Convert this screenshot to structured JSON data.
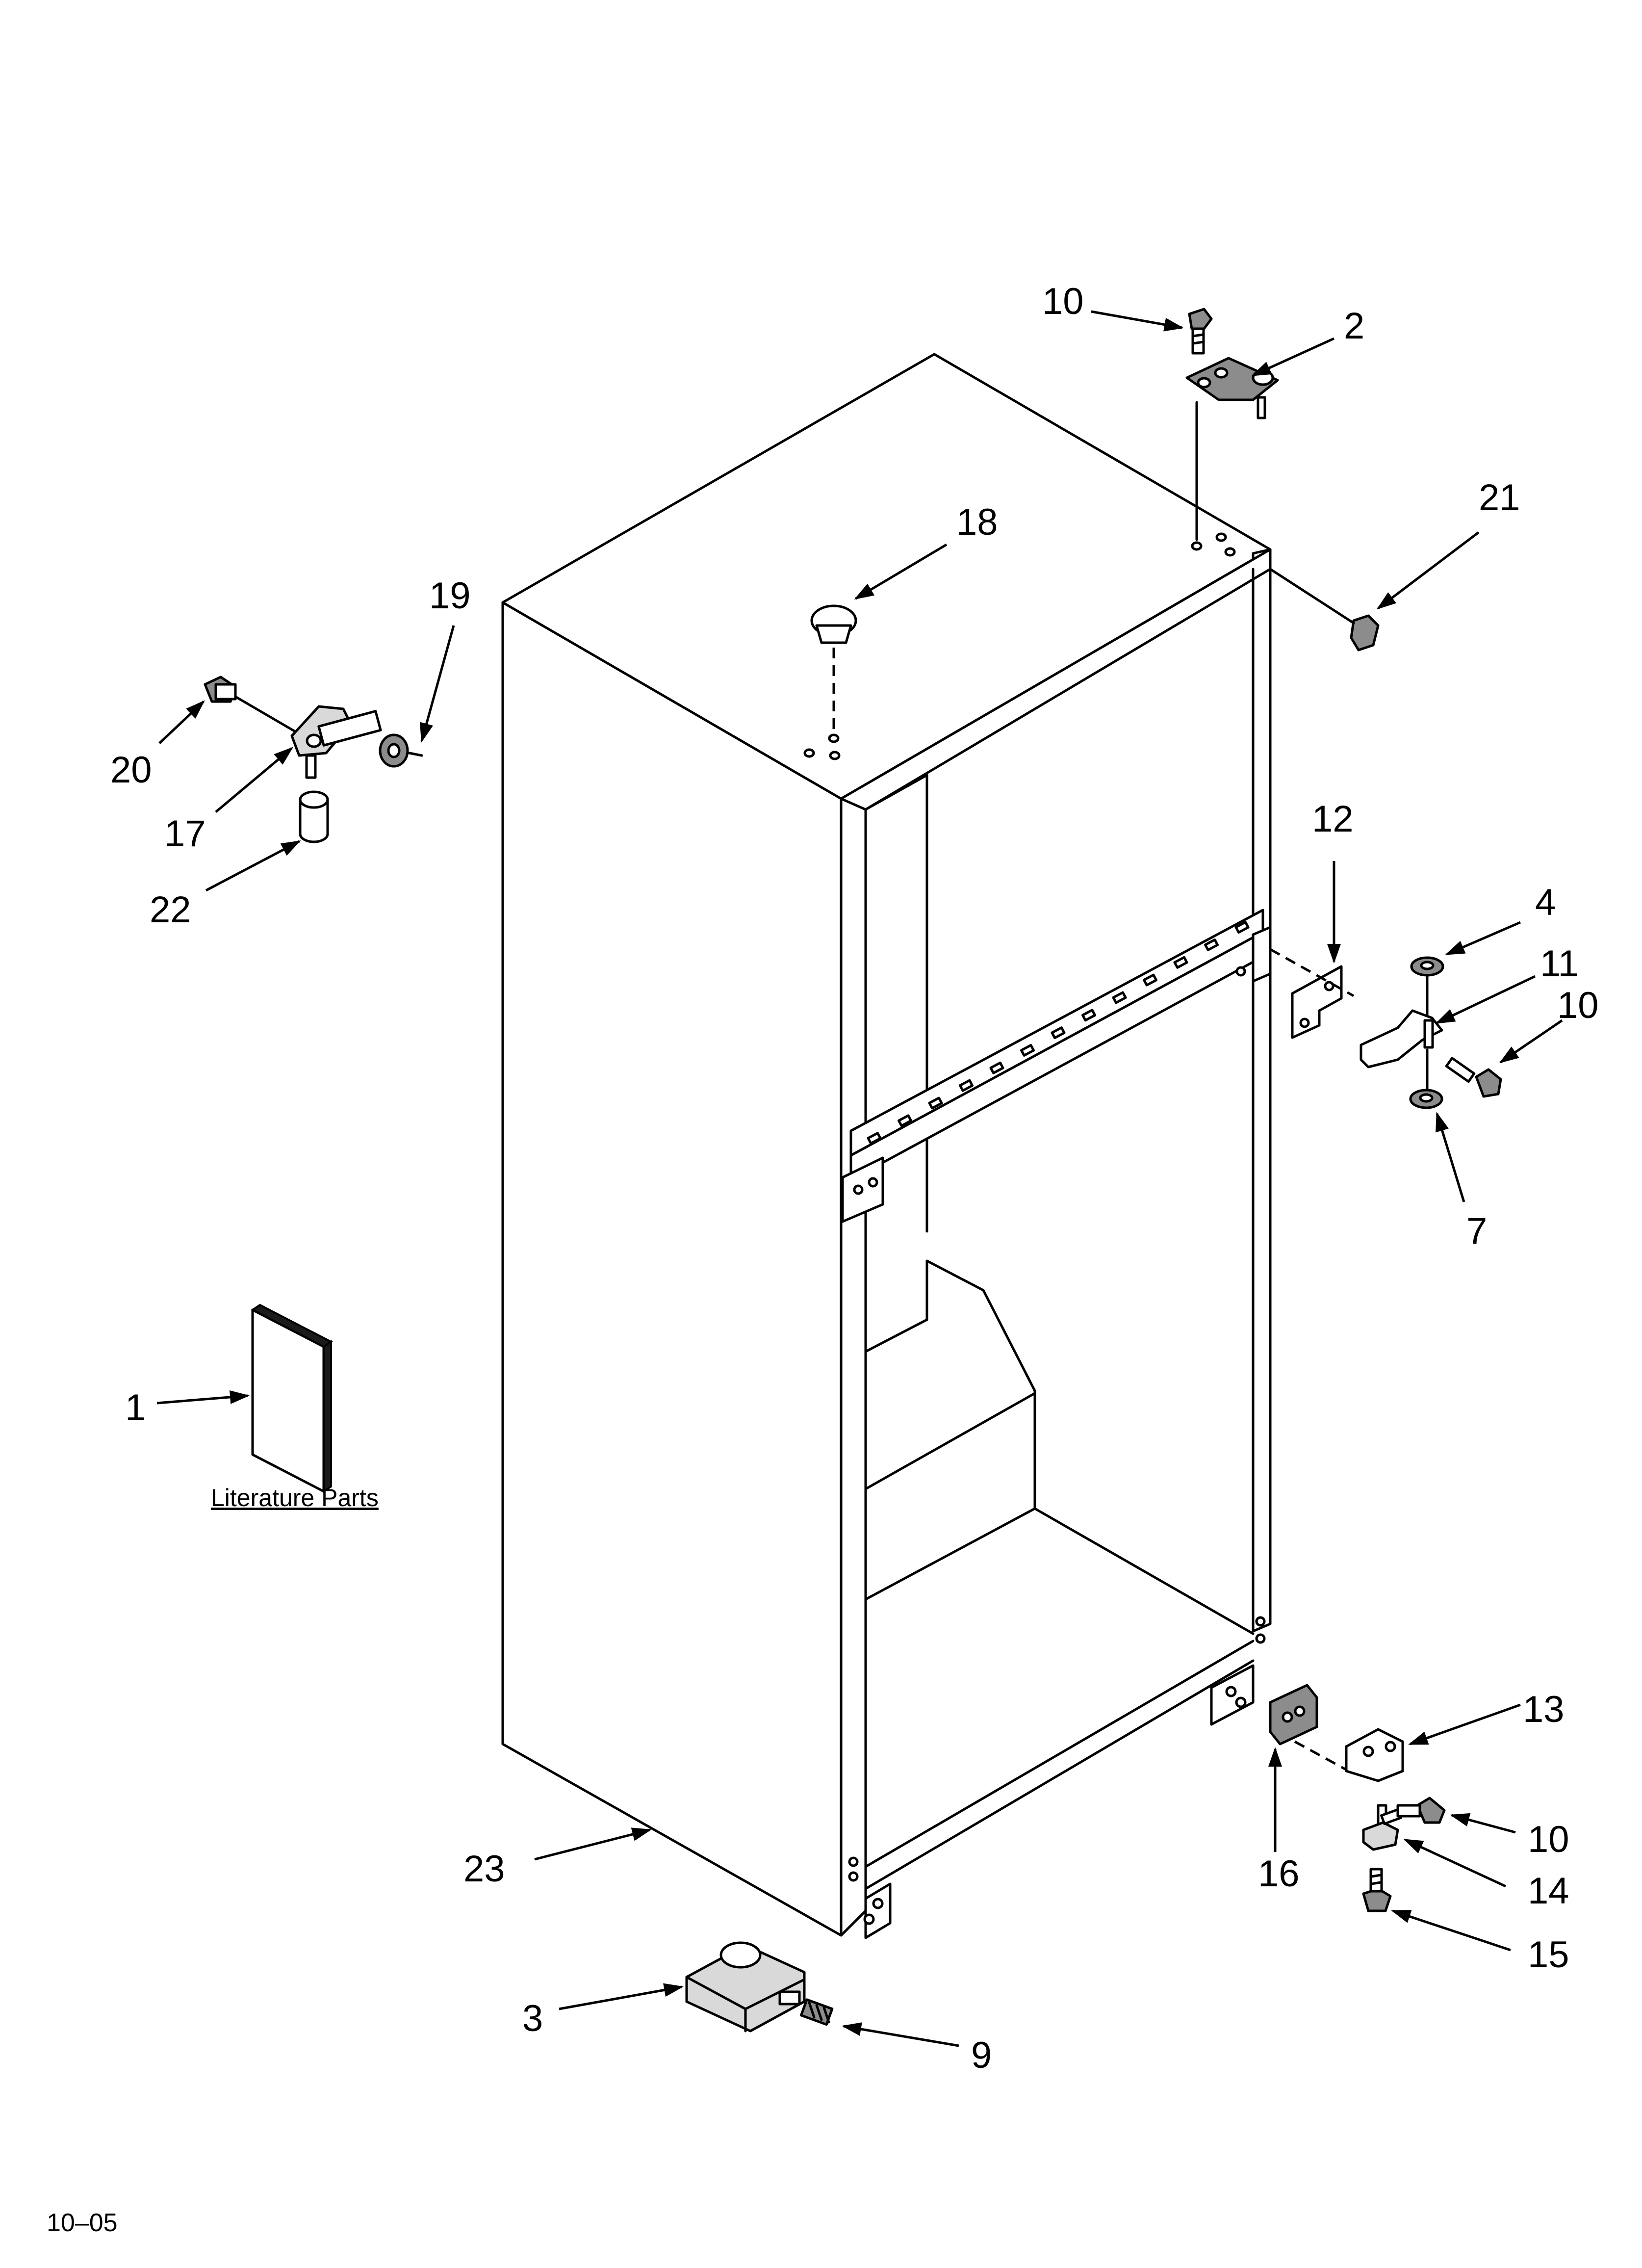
{
  "callouts": {
    "c1": "1",
    "c2": "2",
    "c3": "3",
    "c4": "4",
    "c7": "7",
    "c9": "9",
    "c10a": "10",
    "c10b": "10",
    "c10c": "10",
    "c11": "11",
    "c12": "12",
    "c13": "13",
    "c14": "14",
    "c15": "15",
    "c16": "16",
    "c17": "17",
    "c18": "18",
    "c19": "19",
    "c20": "20",
    "c21": "21",
    "c22": "22",
    "c23": "23"
  },
  "literature_label": "Literature Parts",
  "footer_code": "10–05"
}
